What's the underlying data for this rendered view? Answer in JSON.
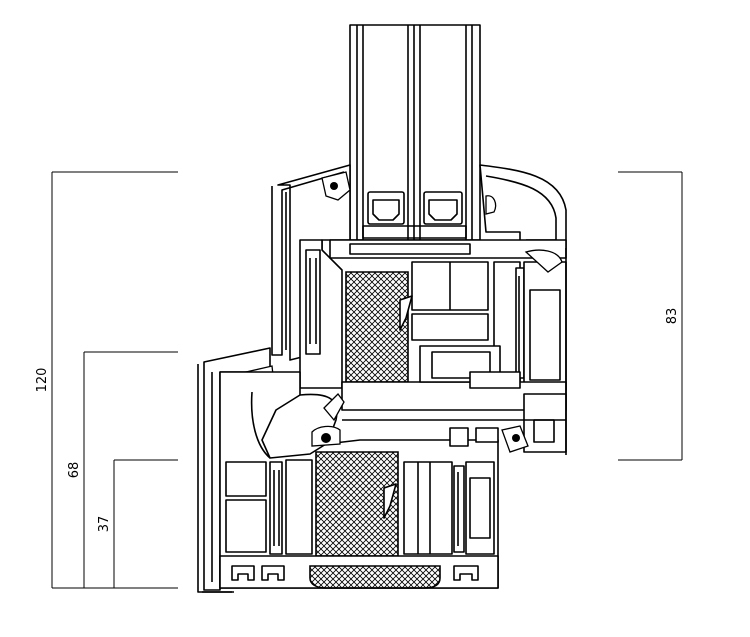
{
  "dimensions": {
    "overall_height": "120",
    "sash_height": "83",
    "frame_step": "68",
    "base_height": "37"
  },
  "colors": {
    "line": "#000000",
    "background": "#ffffff"
  }
}
